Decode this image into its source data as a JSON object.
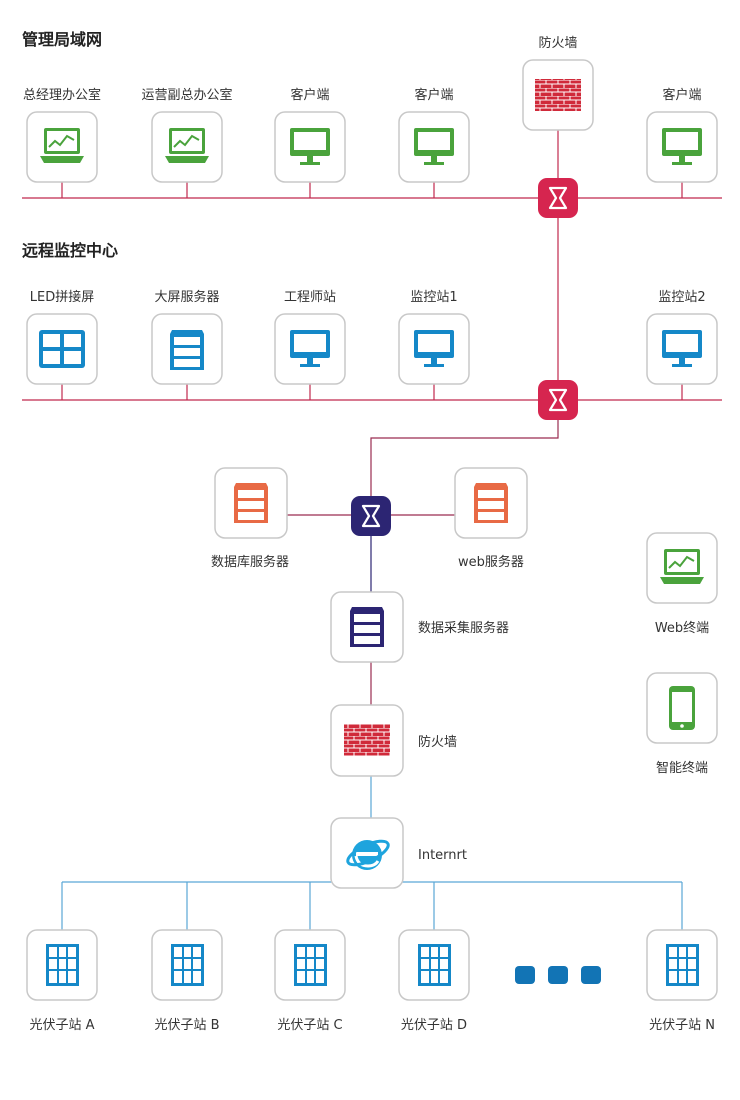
{
  "sections": {
    "management_lan": "管理局域网",
    "remote_center": "远程监控中心"
  },
  "management": {
    "gm_office": "总经理办公室",
    "vp_office": "运营副总办公室",
    "client_1": "客户端",
    "client_2": "客户端",
    "firewall_top": "防火墙",
    "client_3": "客户端"
  },
  "remote": {
    "led_wall": "LED拼接屏",
    "big_screen_server": "大屏服务器",
    "engineer_station": "工程师站",
    "monitor_1": "监控站1",
    "monitor_2": "监控站2"
  },
  "servers": {
    "database": "数据库服务器",
    "web": "web服务器",
    "collector": "数据采集服务器",
    "firewall": "防火墙",
    "internet": "Internrt"
  },
  "terminals": {
    "web_terminal": "Web终端",
    "smart_terminal": "智能终端"
  },
  "stations": {
    "a": "光伏子站 A",
    "b": "光伏子站 B",
    "c": "光伏子站 C",
    "d": "光伏子站 D",
    "n": "光伏子站 N"
  },
  "colors": {
    "green": "#4aa33c",
    "blue": "#1588c8",
    "red_line": "#c0294e",
    "switch_red": "#d6254f",
    "navy": "#2c2573",
    "orange": "#e86a45",
    "firewall": "#d02a3a",
    "light_blue_line": "#5aa7d6"
  }
}
